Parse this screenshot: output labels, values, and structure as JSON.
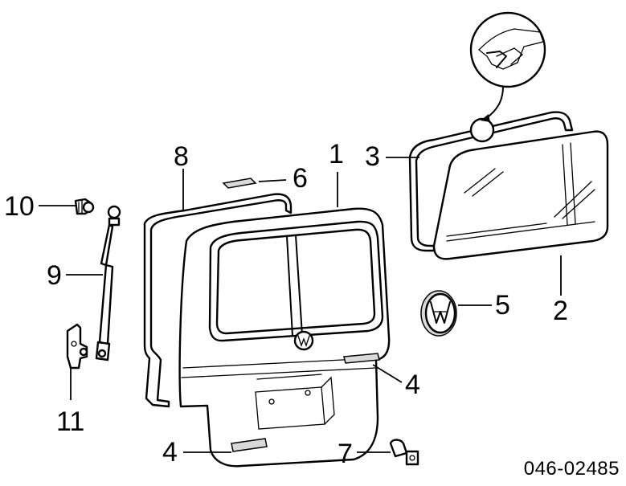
{
  "callouts": {
    "c1": "1",
    "c2": "2",
    "c3": "3",
    "c4a": "4",
    "c4b": "4",
    "c5": "5",
    "c6": "6",
    "c7": "7",
    "c8": "8",
    "c9": "9",
    "c10": "10",
    "c11": "11"
  },
  "reference_number": "046-02485"
}
